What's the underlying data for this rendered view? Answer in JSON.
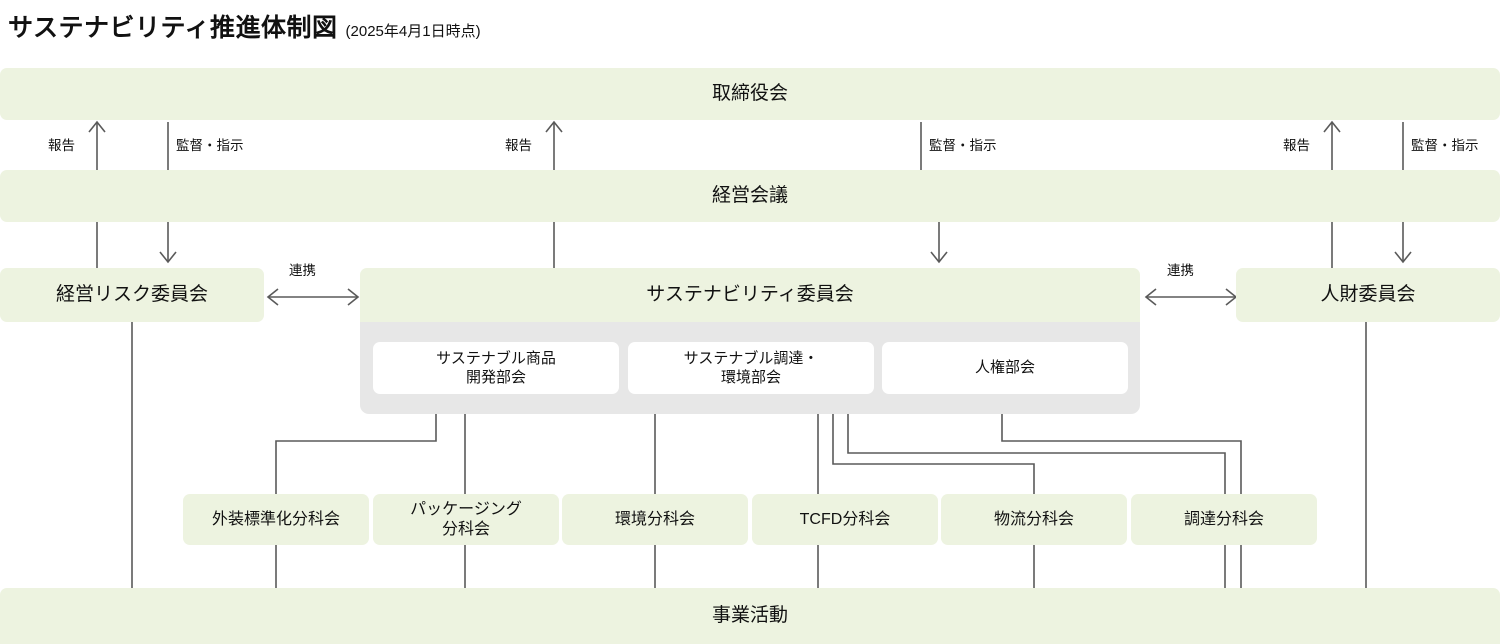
{
  "header": {
    "title": "サステナビリティ推進体制図",
    "subtitle": "(2025年4月1日時点)"
  },
  "chart_data": {
    "type": "diagram",
    "title": "サステナビリティ推進体制図",
    "subtitle": "(2025年4月1日時点)",
    "nodes": [
      {
        "id": "board",
        "label": "取締役会",
        "level": "bar"
      },
      {
        "id": "management_meeting",
        "label": "経営会議",
        "level": "bar"
      },
      {
        "id": "risk_committee",
        "label": "経営リスク委員会",
        "level": "committee"
      },
      {
        "id": "sustainability_committee",
        "label": "サステナビリティ委員会",
        "level": "committee"
      },
      {
        "id": "hr_committee",
        "label": "人財委員会",
        "level": "committee"
      },
      {
        "id": "sub_product",
        "label": "サステナブル商品\n開発部会",
        "level": "subcommittee"
      },
      {
        "id": "sub_procure_env",
        "label": "サステナブル調達・\n環境部会",
        "level": "subcommittee"
      },
      {
        "id": "sub_human_rights",
        "label": "人権部会",
        "level": "subcommittee"
      },
      {
        "id": "wg_exterior",
        "label": "外装標準化分科会",
        "level": "workgroup"
      },
      {
        "id": "wg_packaging",
        "label": "パッケージング\n分科会",
        "level": "workgroup"
      },
      {
        "id": "wg_environment",
        "label": "環境分科会",
        "level": "workgroup"
      },
      {
        "id": "wg_tcfd",
        "label": "TCFD分科会",
        "level": "workgroup"
      },
      {
        "id": "wg_logistics",
        "label": "物流分科会",
        "level": "workgroup"
      },
      {
        "id": "wg_procurement",
        "label": "調達分科会",
        "level": "workgroup"
      },
      {
        "id": "business",
        "label": "事業活動",
        "level": "bar"
      }
    ],
    "edge_labels": [
      {
        "text": "報告",
        "direction": "up"
      },
      {
        "text": "監督・指示",
        "direction": "down"
      },
      {
        "text": "報告",
        "direction": "up"
      },
      {
        "text": "監督・指示",
        "direction": "down"
      },
      {
        "text": "報告",
        "direction": "up"
      },
      {
        "text": "監督・指示",
        "direction": "down"
      },
      {
        "text": "連携",
        "direction": "bidirectional"
      },
      {
        "text": "連携",
        "direction": "bidirectional"
      }
    ],
    "colors": {
      "box_green": "#edf3e0",
      "panel_gray": "#e7e7e7",
      "sub_white": "#ffffff",
      "line": "#5a5a5a",
      "text": "#111111",
      "background": "#ffffff"
    }
  },
  "bars": {
    "board": "取締役会",
    "management_meeting": "経営会議",
    "business": "事業活動"
  },
  "committees": {
    "risk": "経営リスク委員会",
    "sustainability": "サステナビリティ委員会",
    "hr": "人財委員会"
  },
  "subcommittees": [
    {
      "label_line1": "サステナブル商品",
      "label_line2": "開発部会"
    },
    {
      "label_line1": "サステナブル調達・",
      "label_line2": "環境部会"
    },
    {
      "label_line1": "人権部会",
      "label_line2": ""
    }
  ],
  "workgroups": [
    {
      "label_line1": "外装標準化分科会",
      "label_line2": ""
    },
    {
      "label_line1": "パッケージング",
      "label_line2": "分科会"
    },
    {
      "label_line1": "環境分科会",
      "label_line2": ""
    },
    {
      "label_line1": "TCFD分科会",
      "label_line2": ""
    },
    {
      "label_line1": "物流分科会",
      "label_line2": ""
    },
    {
      "label_line1": "調達分科会",
      "label_line2": ""
    }
  ],
  "edges": {
    "report_1": "報告",
    "supervise_1": "監督・指示",
    "report_2": "報告",
    "supervise_2": "監督・指示",
    "report_3": "報告",
    "supervise_3": "監督・指示",
    "link_left": "連携",
    "link_right": "連携"
  }
}
